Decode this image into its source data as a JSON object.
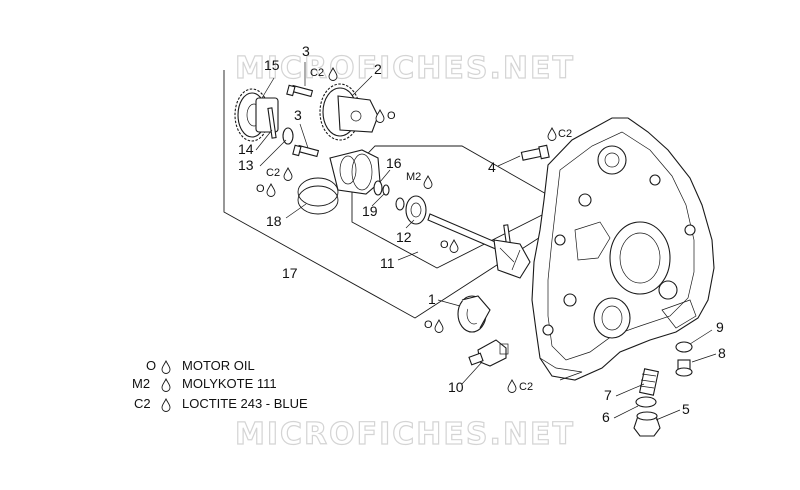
{
  "watermark": {
    "top": "MICROFICHES.NET",
    "bottom": "MICROFICHES.NET"
  },
  "callouts": {
    "c1": "1",
    "c2": "2",
    "c3a": "3",
    "c3b": "3",
    "c4": "4",
    "c5": "5",
    "c6": "6",
    "c7": "7",
    "c8": "8",
    "c9": "9",
    "c10": "10",
    "c11": "11",
    "c12": "12",
    "c13": "13",
    "c14": "14",
    "c15": "15",
    "c16": "16",
    "c17": "17",
    "c18": "18",
    "c19": "19"
  },
  "notes": {
    "n_c2_top": "C2",
    "n_c2_mid": "C2",
    "n_c2_4": "C2",
    "n_c2_10": "C2",
    "n_o_2": "O",
    "n_o_18": "O",
    "n_o_11": "O",
    "n_o_1": "O",
    "n_m2": "M2"
  },
  "legend": [
    {
      "code": "O",
      "label": "MOTOR OIL"
    },
    {
      "code": "M2",
      "label": "MOLYKOTE 111"
    },
    {
      "code": "C2",
      "label": "LOCTITE 243 - BLUE"
    }
  ],
  "colors": {
    "ink": "#1a1a1a",
    "watermark": "#d4d4d4",
    "background": "#ffffff"
  },
  "icons": {
    "lubricant": "drop-icon"
  }
}
